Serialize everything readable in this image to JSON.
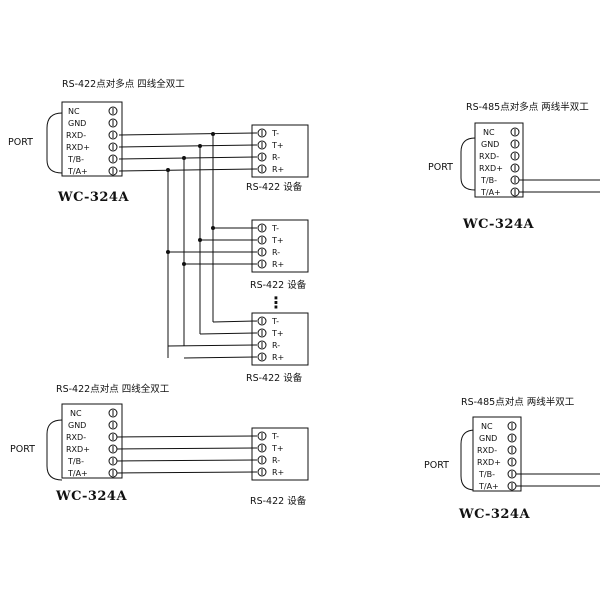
{
  "diagram_1": {
    "title": "RS-422点对多点  四线全双工",
    "port_label": "PORT",
    "model": "WC-324A",
    "pins": [
      "NC",
      "GND",
      "RXD-",
      "RXD+",
      "T/B-",
      "T/A+"
    ],
    "device_pins": [
      "T-",
      "T+",
      "R-",
      "R+"
    ],
    "device_label": "RS-422  设备",
    "ellipsis": "⋮"
  },
  "diagram_2": {
    "title": "RS-485点对多点  两线半双工",
    "port_label": "PORT",
    "model": "WC-324A",
    "pins": [
      "NC",
      "GND",
      "RXD-",
      "RXD+",
      "T/B-",
      "T/A+"
    ]
  },
  "diagram_3": {
    "title": "RS-422点对点  四线全双工",
    "port_label": "PORT",
    "model": "WC-324A",
    "pins": [
      "NC",
      "GND",
      "RXD-",
      "RXD+",
      "T/B-",
      "T/A+"
    ],
    "device_pins": [
      "T-",
      "T+",
      "R-",
      "R+"
    ],
    "device_label": "RS-422  设备"
  },
  "diagram_4": {
    "title": "RS-485点对点  两线半双工",
    "port_label": "PORT",
    "model": "WC-324A",
    "pins": [
      "NC",
      "GND",
      "RXD-",
      "RXD+",
      "T/B-",
      "T/A+"
    ]
  }
}
